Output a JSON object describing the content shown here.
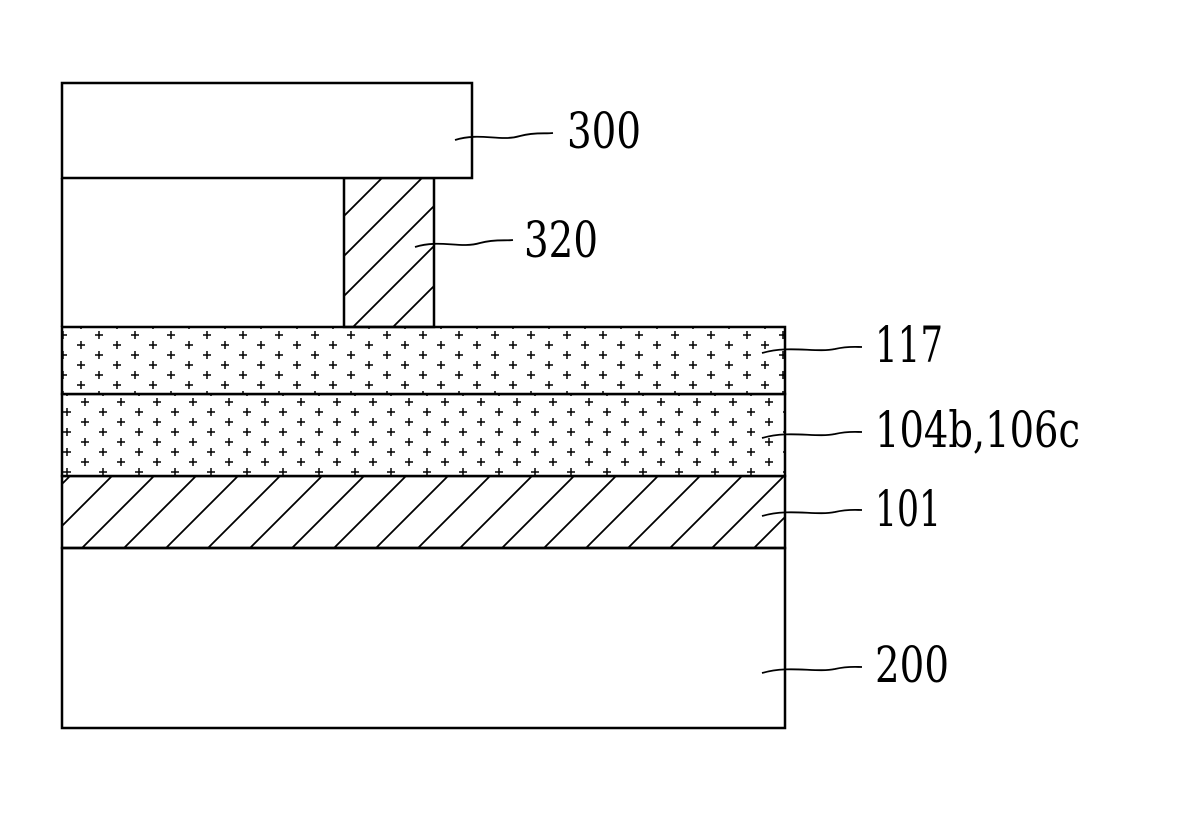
{
  "figure": {
    "labels": {
      "substrate": "300",
      "bump": "320",
      "layer_top": "117",
      "layer_middle": "104b,106c",
      "layer_hatched": "101",
      "base": "200"
    },
    "fills": {
      "substrate": "plain",
      "bump": "diagonal-hatch",
      "layer_top": "plus-dots",
      "layer_middle": "plus-dots",
      "layer_hatched": "diagonal-hatch",
      "base": "plain"
    }
  }
}
